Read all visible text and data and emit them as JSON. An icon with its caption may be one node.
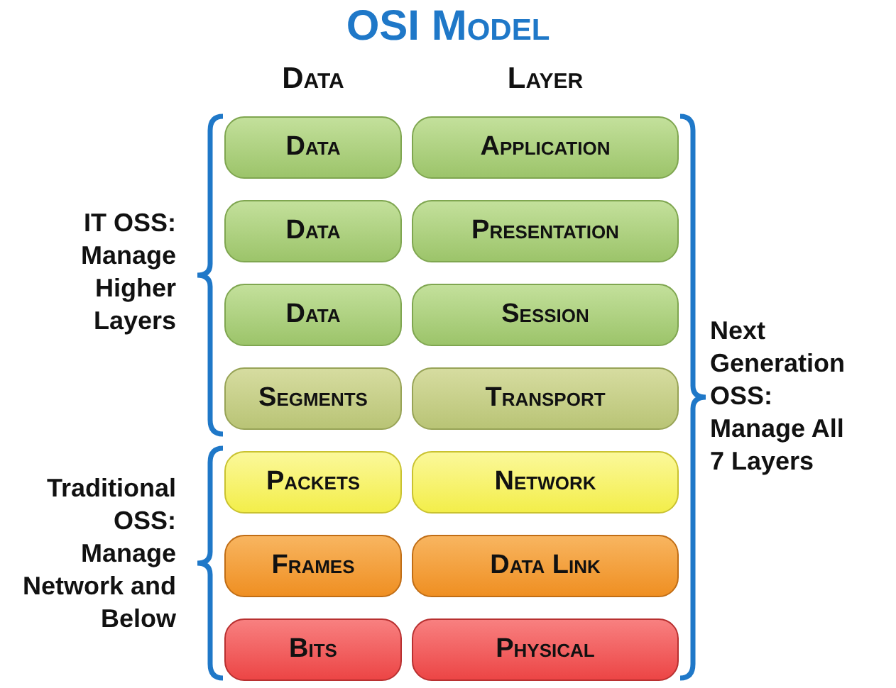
{
  "diagram": {
    "title": "OSI Model",
    "nodes": [
      {
        "text": [
          "Data"
        ]
      },
      {
        "text": [
          "Application"
        ]
      },
      {
        "text": [
          "Data"
        ]
      },
      {
        "text": [
          "Presentation"
        ]
      },
      {
        "text": [
          "Data"
        ]
      },
      {
        "text": [
          "Session"
        ]
      },
      {
        "text": [
          "Segments"
        ]
      },
      {
        "text": [
          "Transport"
        ]
      },
      {
        "text": [
          "Packets"
        ]
      },
      {
        "text": [
          "Network"
        ]
      },
      {
        "text": [
          "Frames"
        ]
      },
      {
        "text": [
          "Data Link"
        ]
      },
      {
        "text": [
          "Bits"
        ]
      },
      {
        "text": [
          "Physical"
        ]
      }
    ],
    "labels": [
      "Data",
      "Layer",
      "IT OSS: Manage Higher Layers",
      "Traditional OSS: Manage Network and Below",
      "Next Generation OSS: Manage All 7 Layers"
    ]
  }
}
